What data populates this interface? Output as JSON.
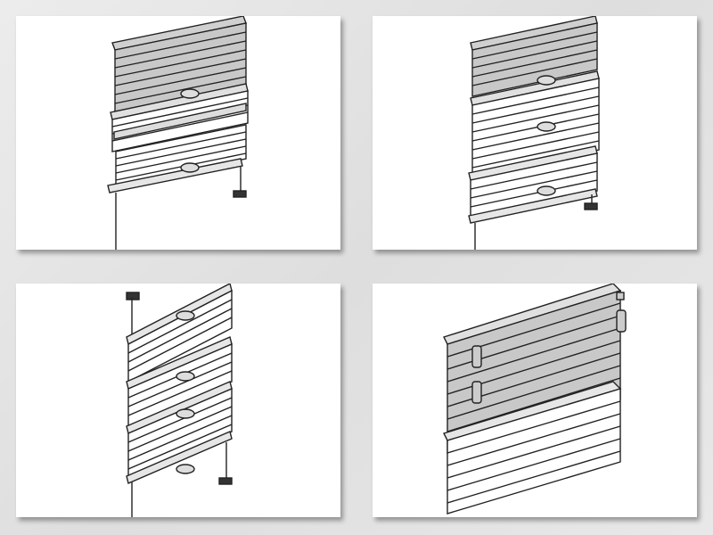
{
  "panels": [
    {
      "id": "blind-panel-1"
    },
    {
      "id": "blind-panel-2"
    },
    {
      "id": "blind-panel-3"
    },
    {
      "id": "blind-panel-4"
    }
  ],
  "colors": {
    "background": "#e4e4e4",
    "panel": "#ffffff",
    "fabric_shaded": "#c8c8c8",
    "fabric_light": "#ffffff",
    "outline": "#222222"
  }
}
